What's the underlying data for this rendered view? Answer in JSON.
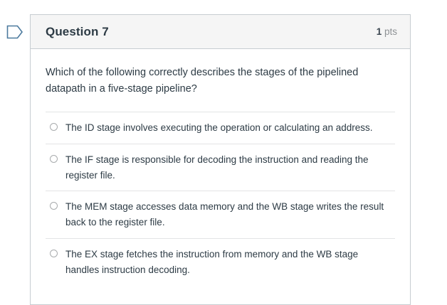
{
  "marker": {
    "icon": "flag-outline-icon",
    "color": "#4c7a9e"
  },
  "question": {
    "title": "Question 7",
    "points_value": "1",
    "points_unit": "pts",
    "text": "Which of the following correctly describes the stages of the pipelined datapath in a five-stage pipeline?",
    "answers": [
      {
        "label": "The ID stage involves executing the operation or calculating an address.",
        "selected": false
      },
      {
        "label": "The IF stage is responsible for decoding the instruction and reading the register file.",
        "selected": false
      },
      {
        "label": "The MEM stage accesses data memory and the WB stage writes the result back to the register file.",
        "selected": false
      },
      {
        "label": "The EX stage fetches the instruction from memory and the WB stage handles instruction decoding.",
        "selected": false
      }
    ]
  },
  "colors": {
    "header_background": "#f5f5f5",
    "card_border": "#c7cdd1",
    "text": "#2d3b45",
    "muted_text": "#8e9295",
    "separator": "#e3e4e5"
  }
}
